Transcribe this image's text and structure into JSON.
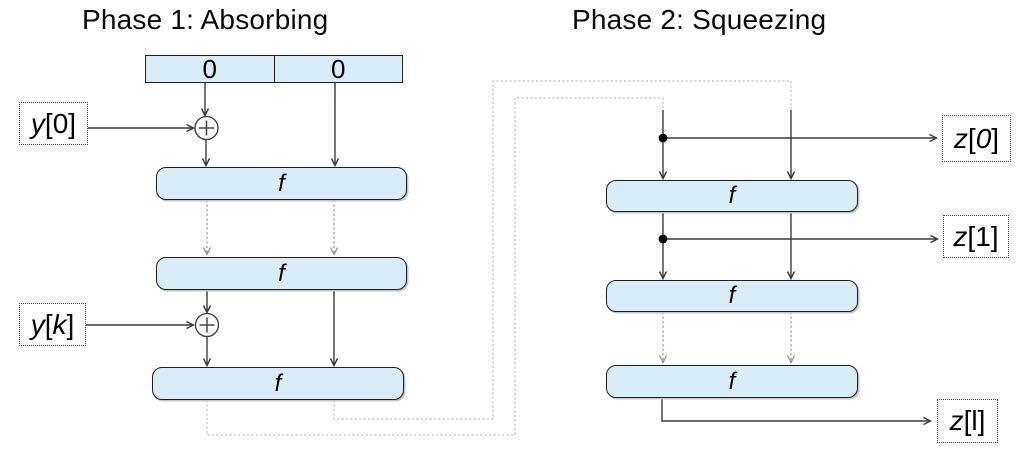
{
  "diagram": {
    "phase1": {
      "title": "Phase 1: Absorbing"
    },
    "phase2": {
      "title": "Phase 2: Squeezing"
    },
    "state_register": {
      "cells": [
        "0",
        "0"
      ]
    },
    "round_function_label": "f",
    "inputs": {
      "y0": {
        "parts": [
          "y",
          "[0]"
        ]
      },
      "yk": {
        "parts": [
          "y",
          "[",
          "k",
          "]"
        ]
      }
    },
    "outputs": {
      "z0": {
        "parts": [
          "z",
          "[",
          "0",
          "]"
        ]
      },
      "z1": {
        "parts": [
          "z",
          "[1]"
        ]
      },
      "zl": {
        "parts": [
          "z",
          "[l]"
        ]
      }
    },
    "colors": {
      "box_fill": "#d9edf8",
      "box_border": "#1f1f1f",
      "solid_line": "#3a3a3a",
      "round_dotted": "#8a8a8a",
      "bus_dotted": "#c3c3c3"
    }
  }
}
